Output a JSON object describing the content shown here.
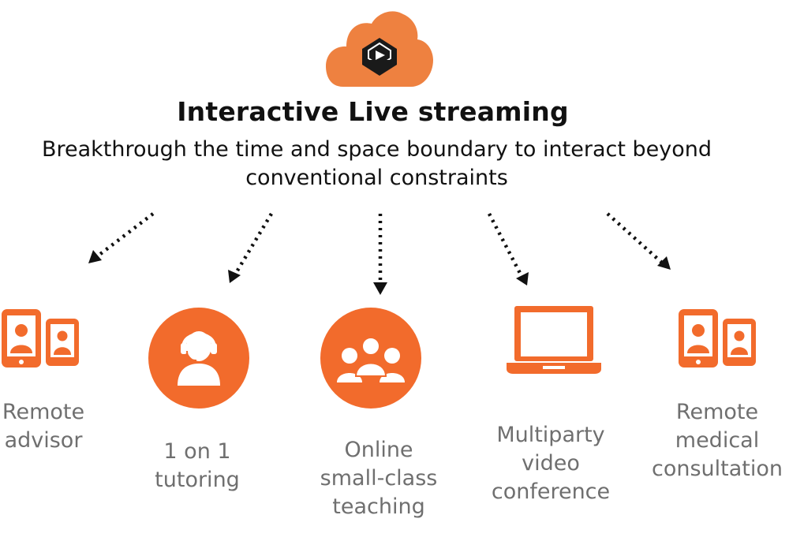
{
  "header": {
    "title": "Interactive Live streaming",
    "subtitle_line1": "Breakthrough the time and space boundary to interact beyond",
    "subtitle_line2": "conventional constraints"
  },
  "colors": {
    "accent": "#F26B2C",
    "cloud": "#EE8140",
    "label": "#6F6F6F",
    "text": "#111111"
  },
  "icons": [
    "cloud-play-logo-icon",
    "mobile-chat-icon",
    "headset-agent-icon",
    "group-icon",
    "laptop-icon"
  ],
  "items": [
    {
      "line1": "Remote",
      "line2": "advisor"
    },
    {
      "line1": "1 on 1",
      "line2": "tutoring"
    },
    {
      "line1": "Online",
      "line2": "small-class",
      "line3": "teaching"
    },
    {
      "line1": "Multiparty",
      "line2": "video",
      "line3": "conference"
    },
    {
      "line1": "Remote",
      "line2": "medical",
      "line3": "consultation"
    }
  ]
}
